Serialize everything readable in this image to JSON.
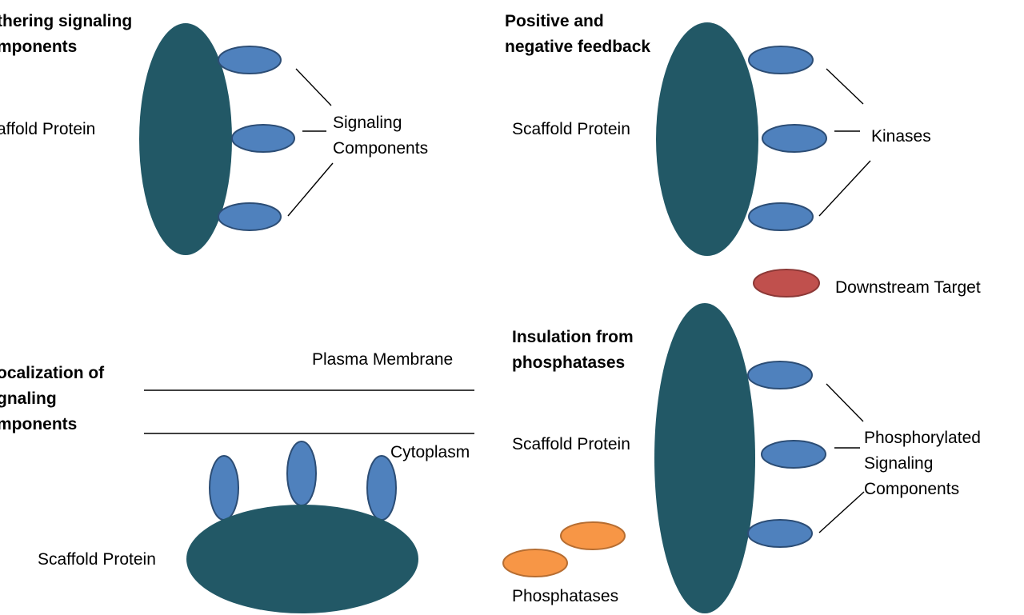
{
  "panels": {
    "top_left": {
      "heading": [
        "thering signaling",
        "mponents"
      ],
      "scaffold_label": "affold Protein",
      "component_label": [
        "Signaling",
        "Components"
      ]
    },
    "top_right": {
      "heading": [
        "Positive and",
        "negative feedback"
      ],
      "scaffold_label": "Scaffold Protein",
      "component_label": "Kinases",
      "target_label": "Downstream Target"
    },
    "bottom_left": {
      "heading": [
        "ocalization of",
        "gnaling",
        "mponents"
      ],
      "membrane_label": "Plasma Membrane",
      "cytoplasm_label": "Cytoplasm",
      "scaffold_label": "Scaffold Protein"
    },
    "bottom_right": {
      "heading": [
        "Insulation from",
        "phosphatases"
      ],
      "scaffold_label": "Scaffold Protein",
      "component_label": [
        "Phosphorylated",
        "Signaling",
        "Components"
      ],
      "phosphatase_label": "Phosphatases"
    }
  },
  "colors": {
    "scaffold": "#225866",
    "signaling_component": "#4f81bd",
    "downstream_target": "#c0504d",
    "phosphatase": "#f79646"
  }
}
